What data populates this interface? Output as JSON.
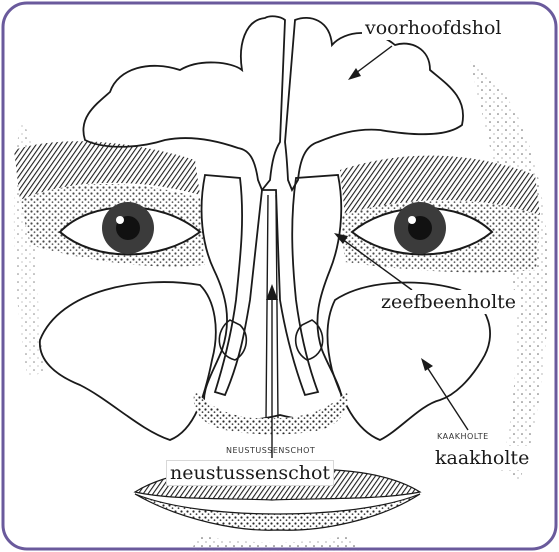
{
  "labels": {
    "frontal_sinus": "voorhoofdshol",
    "ethmoid_sinus": "zeefbeenholte",
    "maxillary_sinus": "kaakholte",
    "nasal_septum": "neustussenschot"
  },
  "small_print": {
    "maxillary_caps": "KAAKHOLTE",
    "septum_caps": "NEUSTUSSENSCHOT"
  },
  "colors": {
    "frame": "#6a5a9c",
    "ink": "#1a1a1a",
    "shading": "#3a3a3a"
  }
}
